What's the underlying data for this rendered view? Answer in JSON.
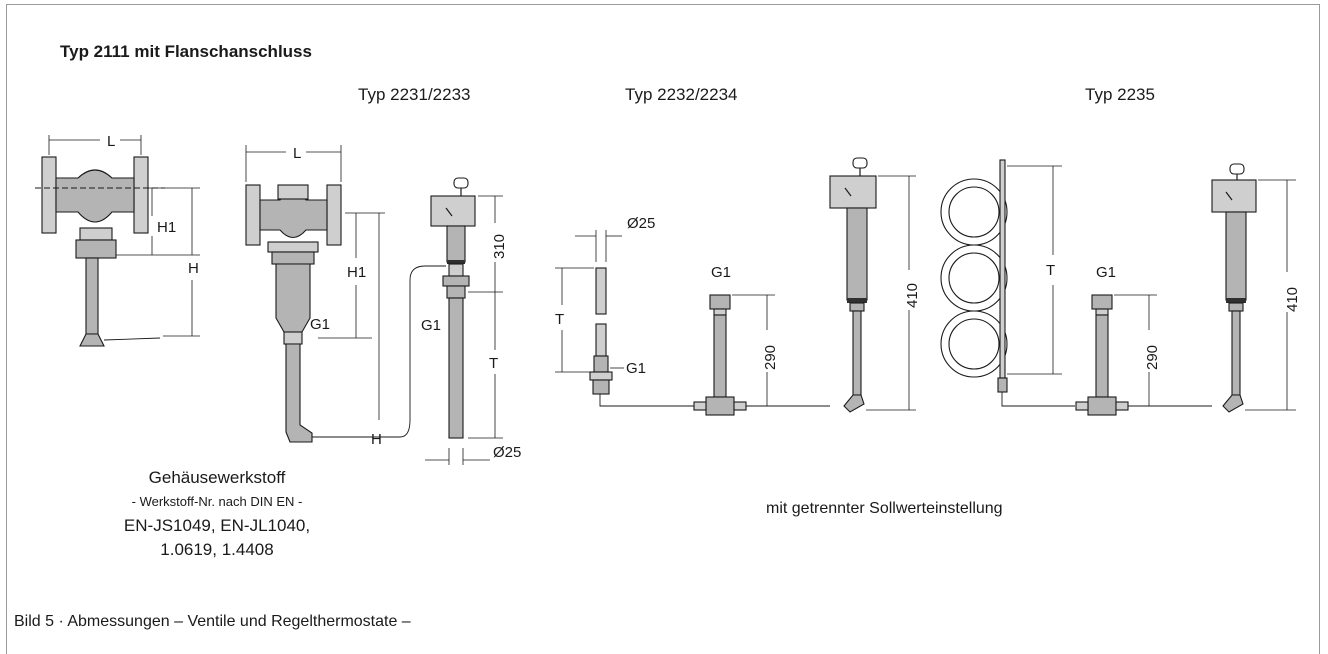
{
  "title": "Typ 2111 mit Flanschanschluss",
  "headers": {
    "typ_2231": "Typ 2231/2233",
    "typ_2232": "Typ 2232/2234",
    "typ_2235": "Typ 2235"
  },
  "labels": {
    "L": "L",
    "H1": "H1",
    "H": "H",
    "G1": "G1",
    "T": "T",
    "dim_310": "310",
    "dim_410": "410",
    "dim_290": "290",
    "dia_25": "Ø25"
  },
  "material": {
    "heading": "Gehäusewerkstoff",
    "subheading": "- Werkstoff-Nr. nach DIN EN -",
    "line1": "EN-JS1049, EN-JL1040,",
    "line2": "1.0619, 1.4408"
  },
  "separate_setpoint": "mit getrennter Sollwerteinstellung",
  "caption": "Bild 5 · Abmessungen – Ventile und Regelthermostate –"
}
